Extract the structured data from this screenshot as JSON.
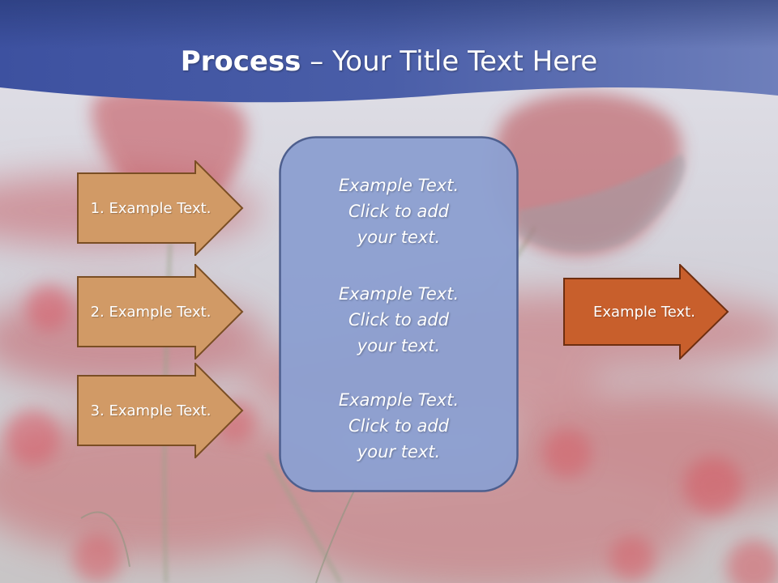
{
  "title": {
    "strong": "Process",
    "rest": " – Your Title Text Here"
  },
  "left_arrows": [
    {
      "label": "1. Example Text."
    },
    {
      "label": "2. Example Text."
    },
    {
      "label": "3. Example Text."
    }
  ],
  "center_box": {
    "paragraphs": [
      {
        "line1": "Example Text.",
        "line2": "Click  to add",
        "line3": "your text."
      },
      {
        "line1": "Example Text.",
        "line2": "Click  to add",
        "line3": "your text."
      },
      {
        "line1": "Example Text.",
        "line2": "Click  to add",
        "line3": "your text."
      }
    ]
  },
  "output_arrow": {
    "label": "Example Text."
  },
  "colors": {
    "header_blue": "#4a5ea8",
    "left_arrow_fill": "#d19a66",
    "left_arrow_stroke": "#7a4e24",
    "center_fill": "#8c9fd0",
    "center_stroke": "#4e5f8e",
    "output_arrow_fill": "#c85f2c",
    "output_arrow_stroke": "#6e2e10"
  }
}
